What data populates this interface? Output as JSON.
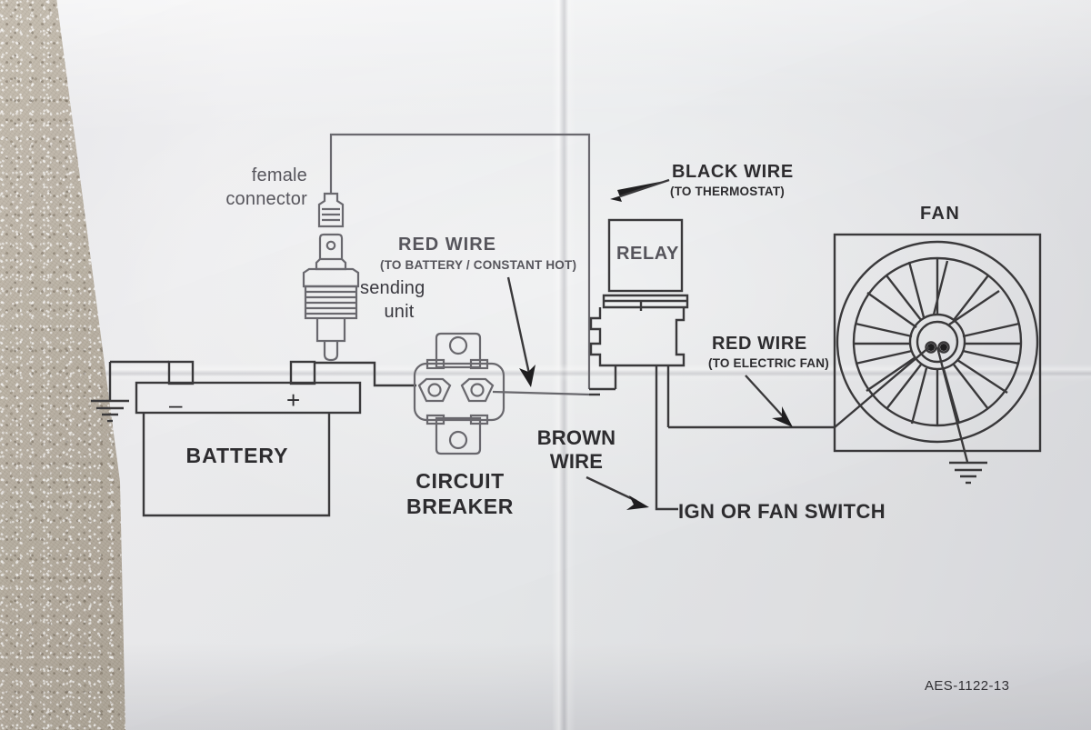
{
  "document": {
    "kind": "wiring-diagram",
    "medium": "printed sheet of paper photographed on carpet",
    "part_number": "AES-1122-13"
  },
  "labels": {
    "female_connector_line1": "female",
    "female_connector_line2": "connector",
    "sending_unit_line1": "sending",
    "sending_unit_line2": "unit",
    "red_wire_battery_title": "RED WIRE",
    "red_wire_battery_sub": "(TO BATTERY / CONSTANT HOT)",
    "black_wire_title": "BLACK WIRE",
    "black_wire_sub": "(TO THERMOSTAT)",
    "red_wire_fan_title": "RED WIRE",
    "red_wire_fan_sub": "(TO ELECTRIC FAN)",
    "relay": "RELAY",
    "fan": "FAN",
    "battery": "BATTERY",
    "battery_negative": "–",
    "battery_positive": "+",
    "circuit_breaker_line1": "CIRCUIT",
    "circuit_breaker_line2": "BREAKER",
    "brown_wire_line1": "BROWN",
    "brown_wire_line2": "WIRE",
    "ign_or_fan_switch": "IGN OR FAN SWITCH",
    "part_number": "AES-1122-13"
  },
  "components": [
    {
      "id": "female-connector",
      "name": "female connector"
    },
    {
      "id": "sending-unit",
      "name": "sending unit"
    },
    {
      "id": "battery",
      "name": "BATTERY"
    },
    {
      "id": "circuit-breaker",
      "name": "CIRCUIT BREAKER"
    },
    {
      "id": "relay",
      "name": "RELAY"
    },
    {
      "id": "fan",
      "name": "FAN"
    },
    {
      "id": "ground-battery",
      "name": "battery ground"
    },
    {
      "id": "ground-fan",
      "name": "fan ground"
    }
  ],
  "wires": [
    {
      "id": "black-wire",
      "label": "BLACK WIRE",
      "destination": "TO THERMOSTAT"
    },
    {
      "id": "red-wire-battery",
      "label": "RED WIRE",
      "destination": "TO BATTERY / CONSTANT HOT"
    },
    {
      "id": "red-wire-fan",
      "label": "RED WIRE",
      "destination": "TO ELECTRIC FAN"
    },
    {
      "id": "brown-wire",
      "label": "BROWN WIRE",
      "destination": "IGN OR FAN SWITCH"
    }
  ],
  "colors": {
    "paper": "#ecedef",
    "ink": "#2e2d30",
    "line": "#3b3a3c",
    "carpet": "#b9b0a1"
  }
}
